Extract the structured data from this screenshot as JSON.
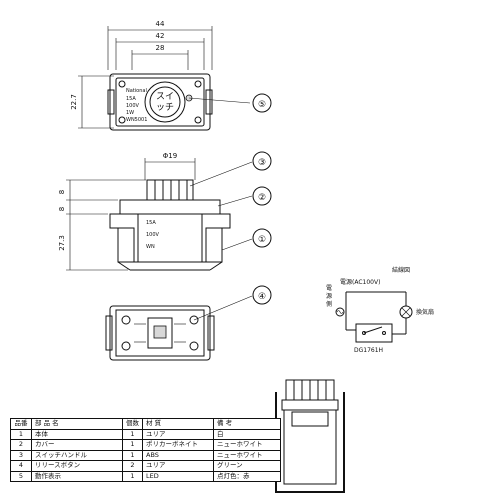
{
  "dimensions": {
    "width_44": "44",
    "width_42": "42",
    "width_28": "28",
    "height_22_7": "22.7",
    "dia_19": "Φ19",
    "h_8a": "8",
    "h_8b": "8",
    "h_27_3": "27.3"
  },
  "callouts": [
    "①",
    "②",
    "③",
    "④",
    "⑤"
  ],
  "face_text": {
    "brand": "National",
    "rating_1": "15A",
    "rating_2": "100V",
    "rating_3": "1W",
    "rating_4": "WN5001"
  },
  "wiring": {
    "title": "結線図",
    "source": "電源(AC100V)",
    "power_side": [
      "電",
      "源",
      "側"
    ],
    "fan_label": "換気扇",
    "model": "DG1761H"
  },
  "parts_table": {
    "headers": [
      "品番",
      "部 品 名",
      "個数",
      "材 質",
      "備 考"
    ],
    "rows": [
      {
        "no": "1",
        "name": "本体",
        "qty": "1",
        "material": "ユリア",
        "note": "白"
      },
      {
        "no": "2",
        "name": "カバー",
        "qty": "1",
        "material": "ポリカーボネイト",
        "note": "ニューホワイト"
      },
      {
        "no": "3",
        "name": "スイッチハンドル",
        "qty": "1",
        "material": "ABS",
        "note": "ニューホワイト"
      },
      {
        "no": "4",
        "name": "リリースボタン",
        "qty": "2",
        "material": "ユリア",
        "note": "グリーン"
      },
      {
        "no": "5",
        "name": "動作表示",
        "qty": "1",
        "material": "LED",
        "note": "点灯色：赤"
      }
    ]
  }
}
